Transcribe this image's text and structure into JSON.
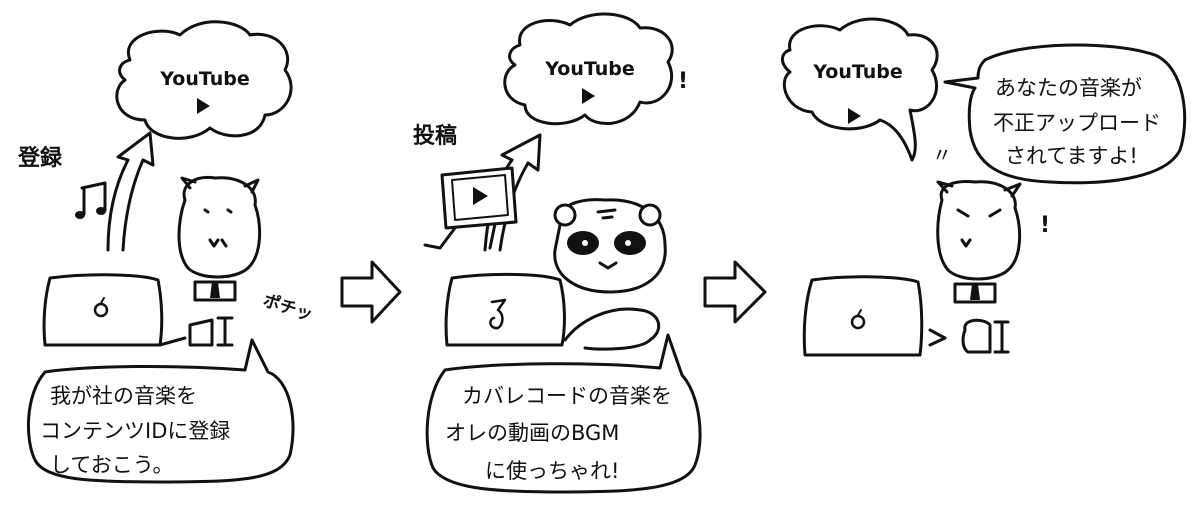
{
  "panels": [
    {
      "cloud_label": "YouTube",
      "action_label": "登録",
      "sound_effect": "ポチッ",
      "speech_lines": [
        "我が社の音楽を",
        "コンテンツIDに登録",
        "しておこう。"
      ]
    },
    {
      "cloud_label": "YouTube",
      "exclamation": "!",
      "action_label": "投稿",
      "speech_lines": [
        "カバレコードの音楽を",
        "オレの動画のBGM",
        "に使っちゃれ!"
      ]
    },
    {
      "cloud_label": "YouTube",
      "speech_lines": [
        "あなたの音楽が",
        "不正アップロード",
        "されてますよ!"
      ],
      "exclamation": "!",
      "mark": "〃"
    }
  ]
}
